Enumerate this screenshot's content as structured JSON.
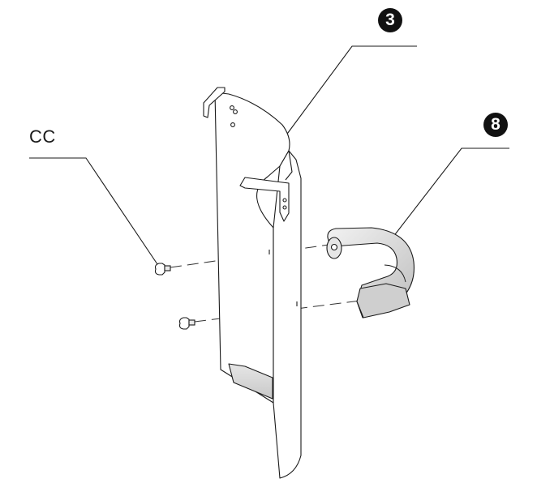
{
  "callouts": {
    "screw": {
      "label": "CC"
    },
    "bracket": {
      "number": "3"
    },
    "handle": {
      "number": "8"
    }
  },
  "colors": {
    "line": "#1a1a1a",
    "badge_fill": "#111111",
    "badge_text": "#ffffff",
    "shade": "#d9d9d9"
  }
}
